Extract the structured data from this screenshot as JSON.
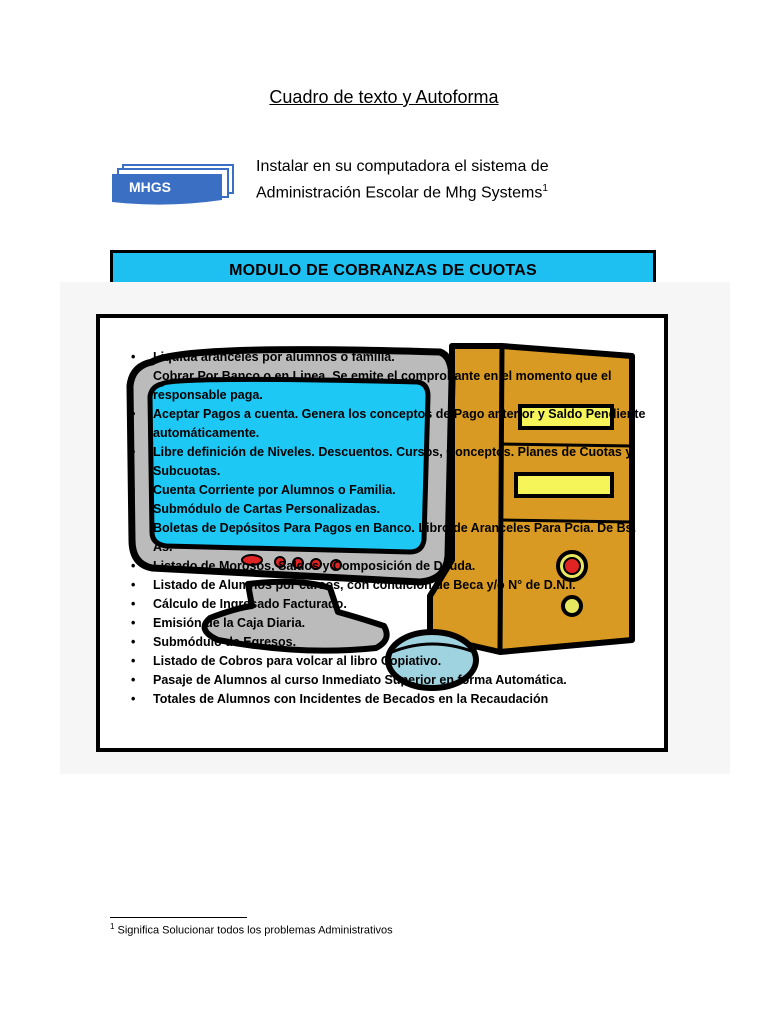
{
  "document": {
    "title": "Cuadro de texto y Autoforma",
    "logo_text": "MHGS",
    "intro_line1": "Instalar en su computadora el sistema de",
    "intro_line2": "Administración Escolar de Mhg Systems",
    "intro_footnote_ref": "1",
    "module_heading": "MODULO DE COBRANZAS DE CUOTAS",
    "features": [
      "Liquida aranceles por alumnos o familia.",
      "Cobrar Por Banco o en Linea. Se emite el comprobante en el momento que el responsable paga.",
      "Aceptar Pagos a cuenta. Genera los conceptos de Pago anterior y Saldo Pendiente automáticamente.",
      "Libre definición de Niveles. Descuentos. Cursos, Conceptos. Planes de Cuotas y Subcuotas.",
      "Cuenta Corriente por Alumnos o Familia.",
      "Submódulo de Cartas Personalizadas.",
      "Boletas de Depósitos Para Pagos en Banco. Libro de Aranceles Para Pcia. De Bs. As.",
      "Listado de Morosos, Saldos y Composición de Deuda.",
      "Listado de Alumnos por cursos, con condición de Beca y/o N° de D.N.I.",
      "Cálculo de Ingresado Facturado.",
      "Emisión de la Caja Diaria.",
      "Submódulo de Egresos.",
      "Listado de Cobros para volcar al libro Copiativo.",
      "Pasaje de Alumnos al curso Inmediato Superior en forma Automática.",
      "Totales de Alumnos con Incidentes de Becados en la Recaudación"
    ],
    "footnote_number": "1",
    "footnote_text": " Significa Solucionar todos los problemas Administrativos"
  },
  "colors": {
    "module_box": "#1ec0f2",
    "screen": "#1ec8f5",
    "tower": "#d89a22",
    "logo": "#3a6fc4",
    "drive_slot": "#f5f55a",
    "power_button": "#e02424"
  }
}
